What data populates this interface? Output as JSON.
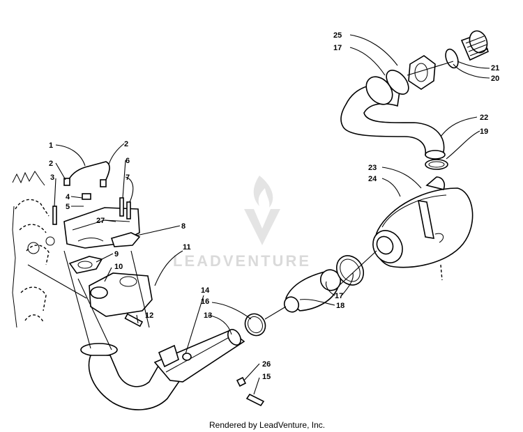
{
  "watermark": "LEADVENTURE",
  "footer": "Rendered by LeadVenture, Inc.",
  "callouts": [
    {
      "id": "c1",
      "text": "1"
    },
    {
      "id": "c2a",
      "text": "2"
    },
    {
      "id": "c2b",
      "text": "2"
    },
    {
      "id": "c3",
      "text": "3"
    },
    {
      "id": "c4",
      "text": "4"
    },
    {
      "id": "c5",
      "text": "5"
    },
    {
      "id": "c6",
      "text": "6"
    },
    {
      "id": "c7",
      "text": "7"
    },
    {
      "id": "c8",
      "text": "8"
    },
    {
      "id": "c9",
      "text": "9"
    },
    {
      "id": "c10",
      "text": "10"
    },
    {
      "id": "c11",
      "text": "11"
    },
    {
      "id": "c12",
      "text": "12"
    },
    {
      "id": "c13",
      "text": "13"
    },
    {
      "id": "c14",
      "text": "14"
    },
    {
      "id": "c15",
      "text": "15"
    },
    {
      "id": "c16",
      "text": "16"
    },
    {
      "id": "c17a",
      "text": "17"
    },
    {
      "id": "c17b",
      "text": "17"
    },
    {
      "id": "c18",
      "text": "18"
    },
    {
      "id": "c19",
      "text": "19"
    },
    {
      "id": "c20",
      "text": "20"
    },
    {
      "id": "c21",
      "text": "21"
    },
    {
      "id": "c22",
      "text": "22"
    },
    {
      "id": "c23",
      "text": "23"
    },
    {
      "id": "c24",
      "text": "24"
    },
    {
      "id": "c25",
      "text": "25"
    },
    {
      "id": "c26",
      "text": "26"
    },
    {
      "id": "c27",
      "text": "27"
    }
  ]
}
